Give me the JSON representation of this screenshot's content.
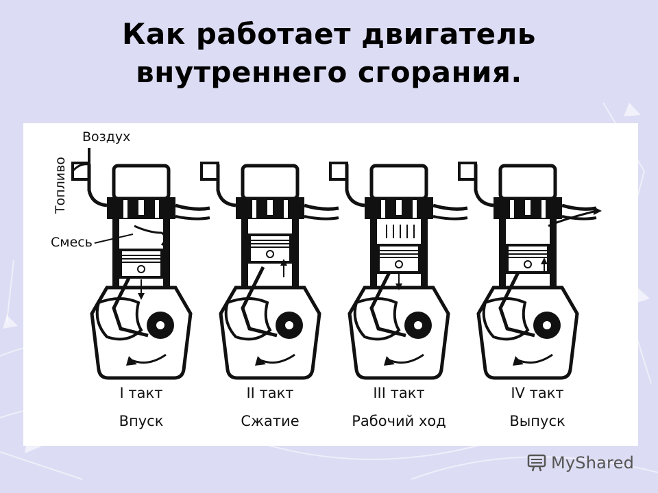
{
  "slide": {
    "title_line1": "Как работает двигатель",
    "title_line2": "внутреннего сгорания."
  },
  "diagram": {
    "labels": {
      "air": "Воздух",
      "fuel": "Топливо",
      "mixture": "Смесь"
    },
    "strokes": [
      {
        "number": "I такт",
        "name": "Впуск"
      },
      {
        "number": "II такт",
        "name": "Сжатие"
      },
      {
        "number": "III такт",
        "name": "Рабочий ход"
      },
      {
        "number": "IV такт",
        "name": "Выпуск"
      }
    ]
  },
  "watermark": {
    "text": "MyShared"
  },
  "colors": {
    "background": "#dcdcf4",
    "panel": "#ffffff",
    "ink": "#111111",
    "watermark": "#555555"
  }
}
